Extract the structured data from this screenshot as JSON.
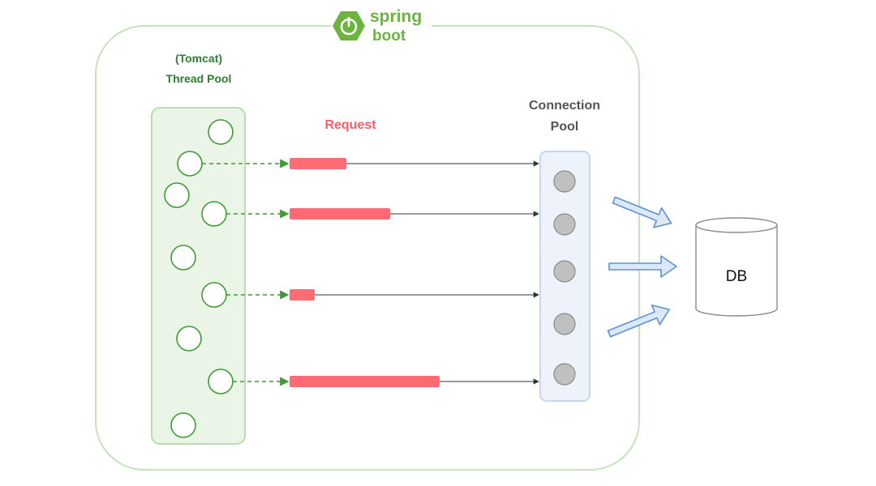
{
  "logo": {
    "word1": "spring",
    "word2": "boot"
  },
  "thread_pool": {
    "label_line1": "(Tomcat)",
    "label_line2": "Thread Pool"
  },
  "request_label": "Request",
  "connection_pool": {
    "label_line1": "Connection",
    "label_line2": "Pool"
  },
  "db_label": "DB",
  "colors": {
    "spring_green": "#6db33f",
    "container_border": "#c5e3bd",
    "thread_pool_fill": "#eaf5e7",
    "thread_pool_border": "#b9ddb0",
    "thread_circle": "#3f9b34",
    "thread_label": "#2e7d32",
    "request_bar": "#ff6b73",
    "request_label": "#ff5a66",
    "pool_fill": "#eef3fb",
    "pool_border": "#c8d7ee",
    "connection_dot": "#c0c0c0",
    "big_arrow_fill": "#dbe8f8",
    "big_arrow_stroke": "#5f90d2"
  }
}
